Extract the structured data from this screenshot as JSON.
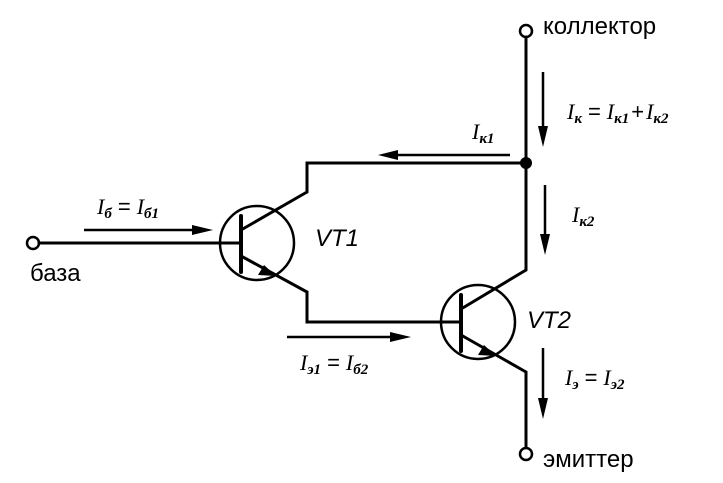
{
  "terminals": {
    "collector": "коллектор",
    "base": "база",
    "emitter": "эмиттер"
  },
  "transistors": {
    "vt1": "VT1",
    "vt2": "VT2"
  },
  "currents": {
    "ib": {
      "sym": "I",
      "sub": "б",
      "eq": "=",
      "sym2": "I",
      "sub2": "б1"
    },
    "ik1": {
      "sym": "I",
      "sub": "к1"
    },
    "ik": {
      "sym": "I",
      "sub": "к",
      "eq": "=",
      "sym2": "I",
      "sub2": "к1",
      "plus": "+",
      "sym3": "I",
      "sub3": "к2"
    },
    "ik2": {
      "sym": "I",
      "sub": "к2"
    },
    "ie1": {
      "sym": "I",
      "sub": "э1",
      "eq": "=",
      "sym2": "I",
      "sub2": "б2"
    },
    "ie": {
      "sym": "I",
      "sub": "э",
      "eq": "=",
      "sym2": "I",
      "sub2": "э2"
    }
  }
}
